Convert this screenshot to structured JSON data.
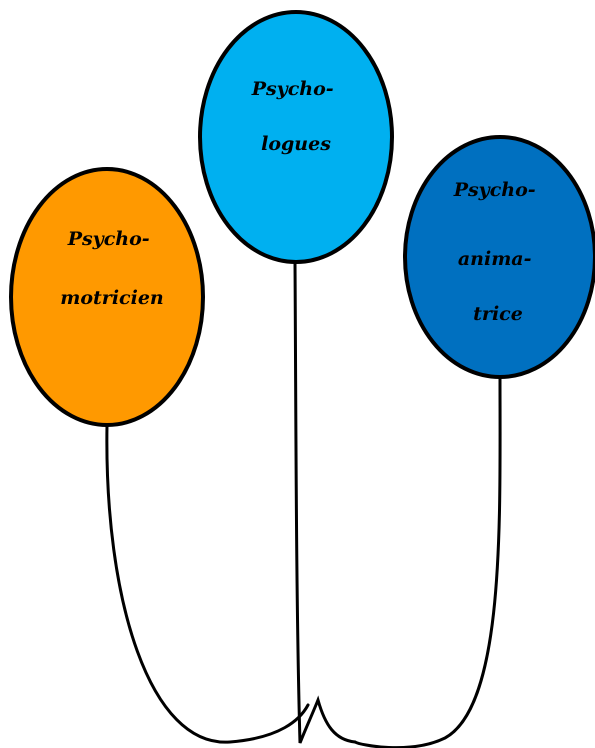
{
  "diagram": {
    "balloons": [
      {
        "id": "psychomotricien",
        "lines": [
          "Psycho-",
          "motricien"
        ],
        "fill": "#FF9900"
      },
      {
        "id": "psychologues",
        "lines": [
          "Psycho-",
          "logues"
        ],
        "fill": "#00B0F0"
      },
      {
        "id": "psychoanimatrice",
        "lines": [
          "Psycho-",
          "anima-",
          "trice"
        ],
        "fill": "#0070C0"
      }
    ],
    "outline_color": "#000000"
  }
}
